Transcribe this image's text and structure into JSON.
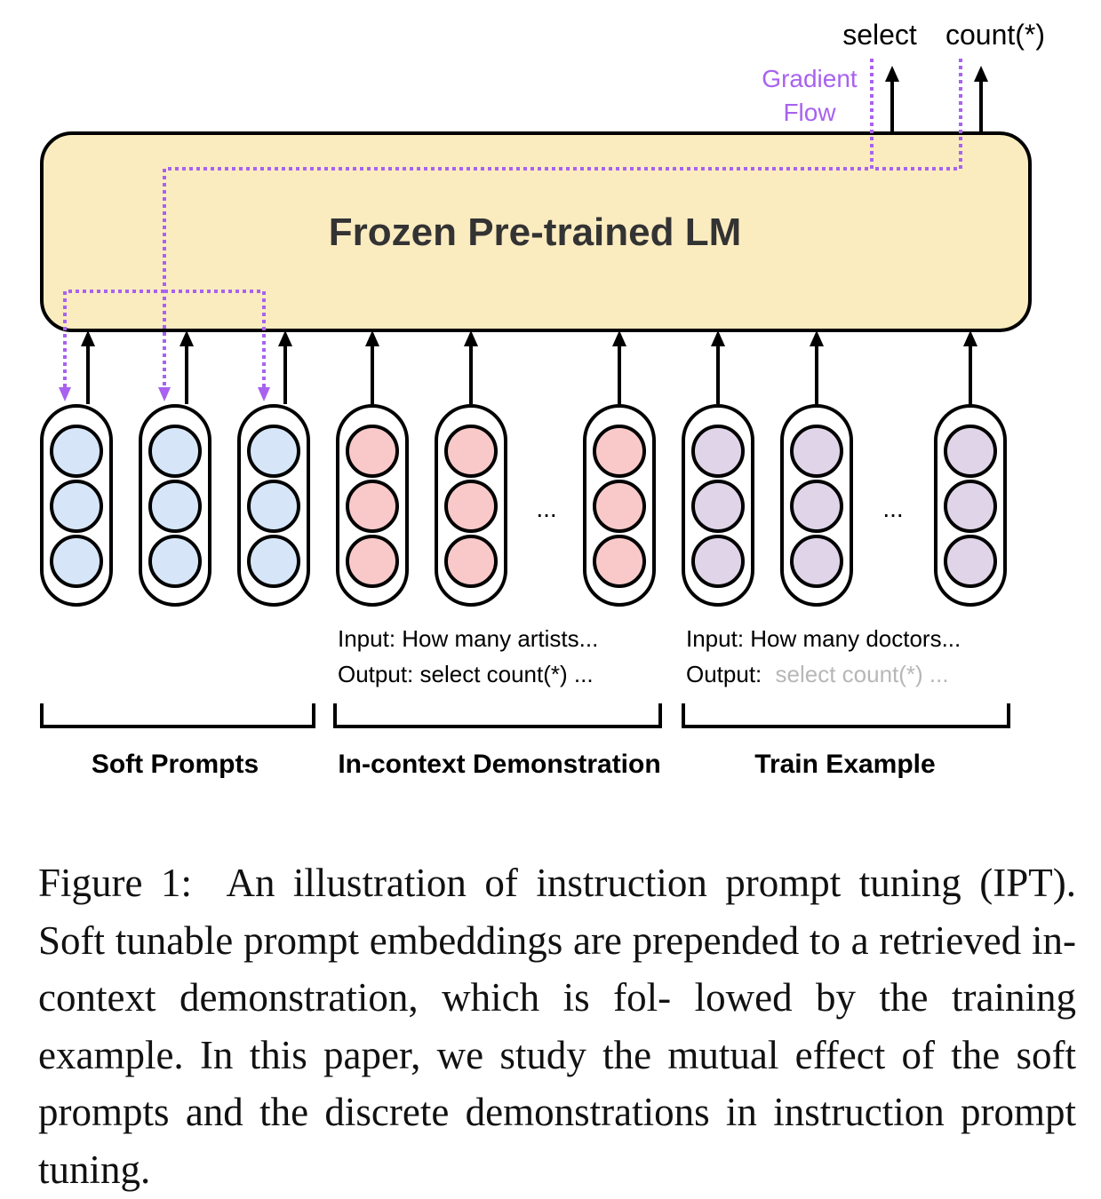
{
  "figure": {
    "lm_box": {
      "label": "Frozen Pre-trained LM",
      "fill": "#fbecc0"
    },
    "outputs": [
      "select",
      "count(*)"
    ],
    "gradient_label": [
      "Gradient",
      "Flow"
    ],
    "gradient_color": "#a862ef",
    "ellipsis": "...",
    "token_groups": [
      {
        "name": "soft-prompts",
        "color": "#d6e6f8",
        "count": 3
      },
      {
        "name": "in-context-demonstration",
        "color": "#f9c9c9",
        "count": 3
      },
      {
        "name": "train-example",
        "color": "#e0d4e8",
        "count": 3
      }
    ],
    "demo_text": {
      "input": "Input: How many artists...",
      "output": "Output: select count(*) ..."
    },
    "train_text": {
      "input": "Input: How many doctors...",
      "output_label": "Output:",
      "output_value": "select count(*) ..."
    },
    "train_output_color": "#b7b7b7",
    "group_labels": [
      "Soft Prompts",
      "In-context Demonstration",
      "Train Example"
    ]
  },
  "caption": {
    "line1": "Figure 1:  An illustration of instruction prompt tuning",
    "line2": "(IPT). Soft tunable prompt embeddings are prepended",
    "line3": "to a retrieved in-context demonstration, which is fol-",
    "line4": "lowed by the training example. In this paper, we study",
    "line5": "the mutual effect of the soft prompts and the discrete",
    "line6": "demonstrations in instruction prompt tuning."
  }
}
